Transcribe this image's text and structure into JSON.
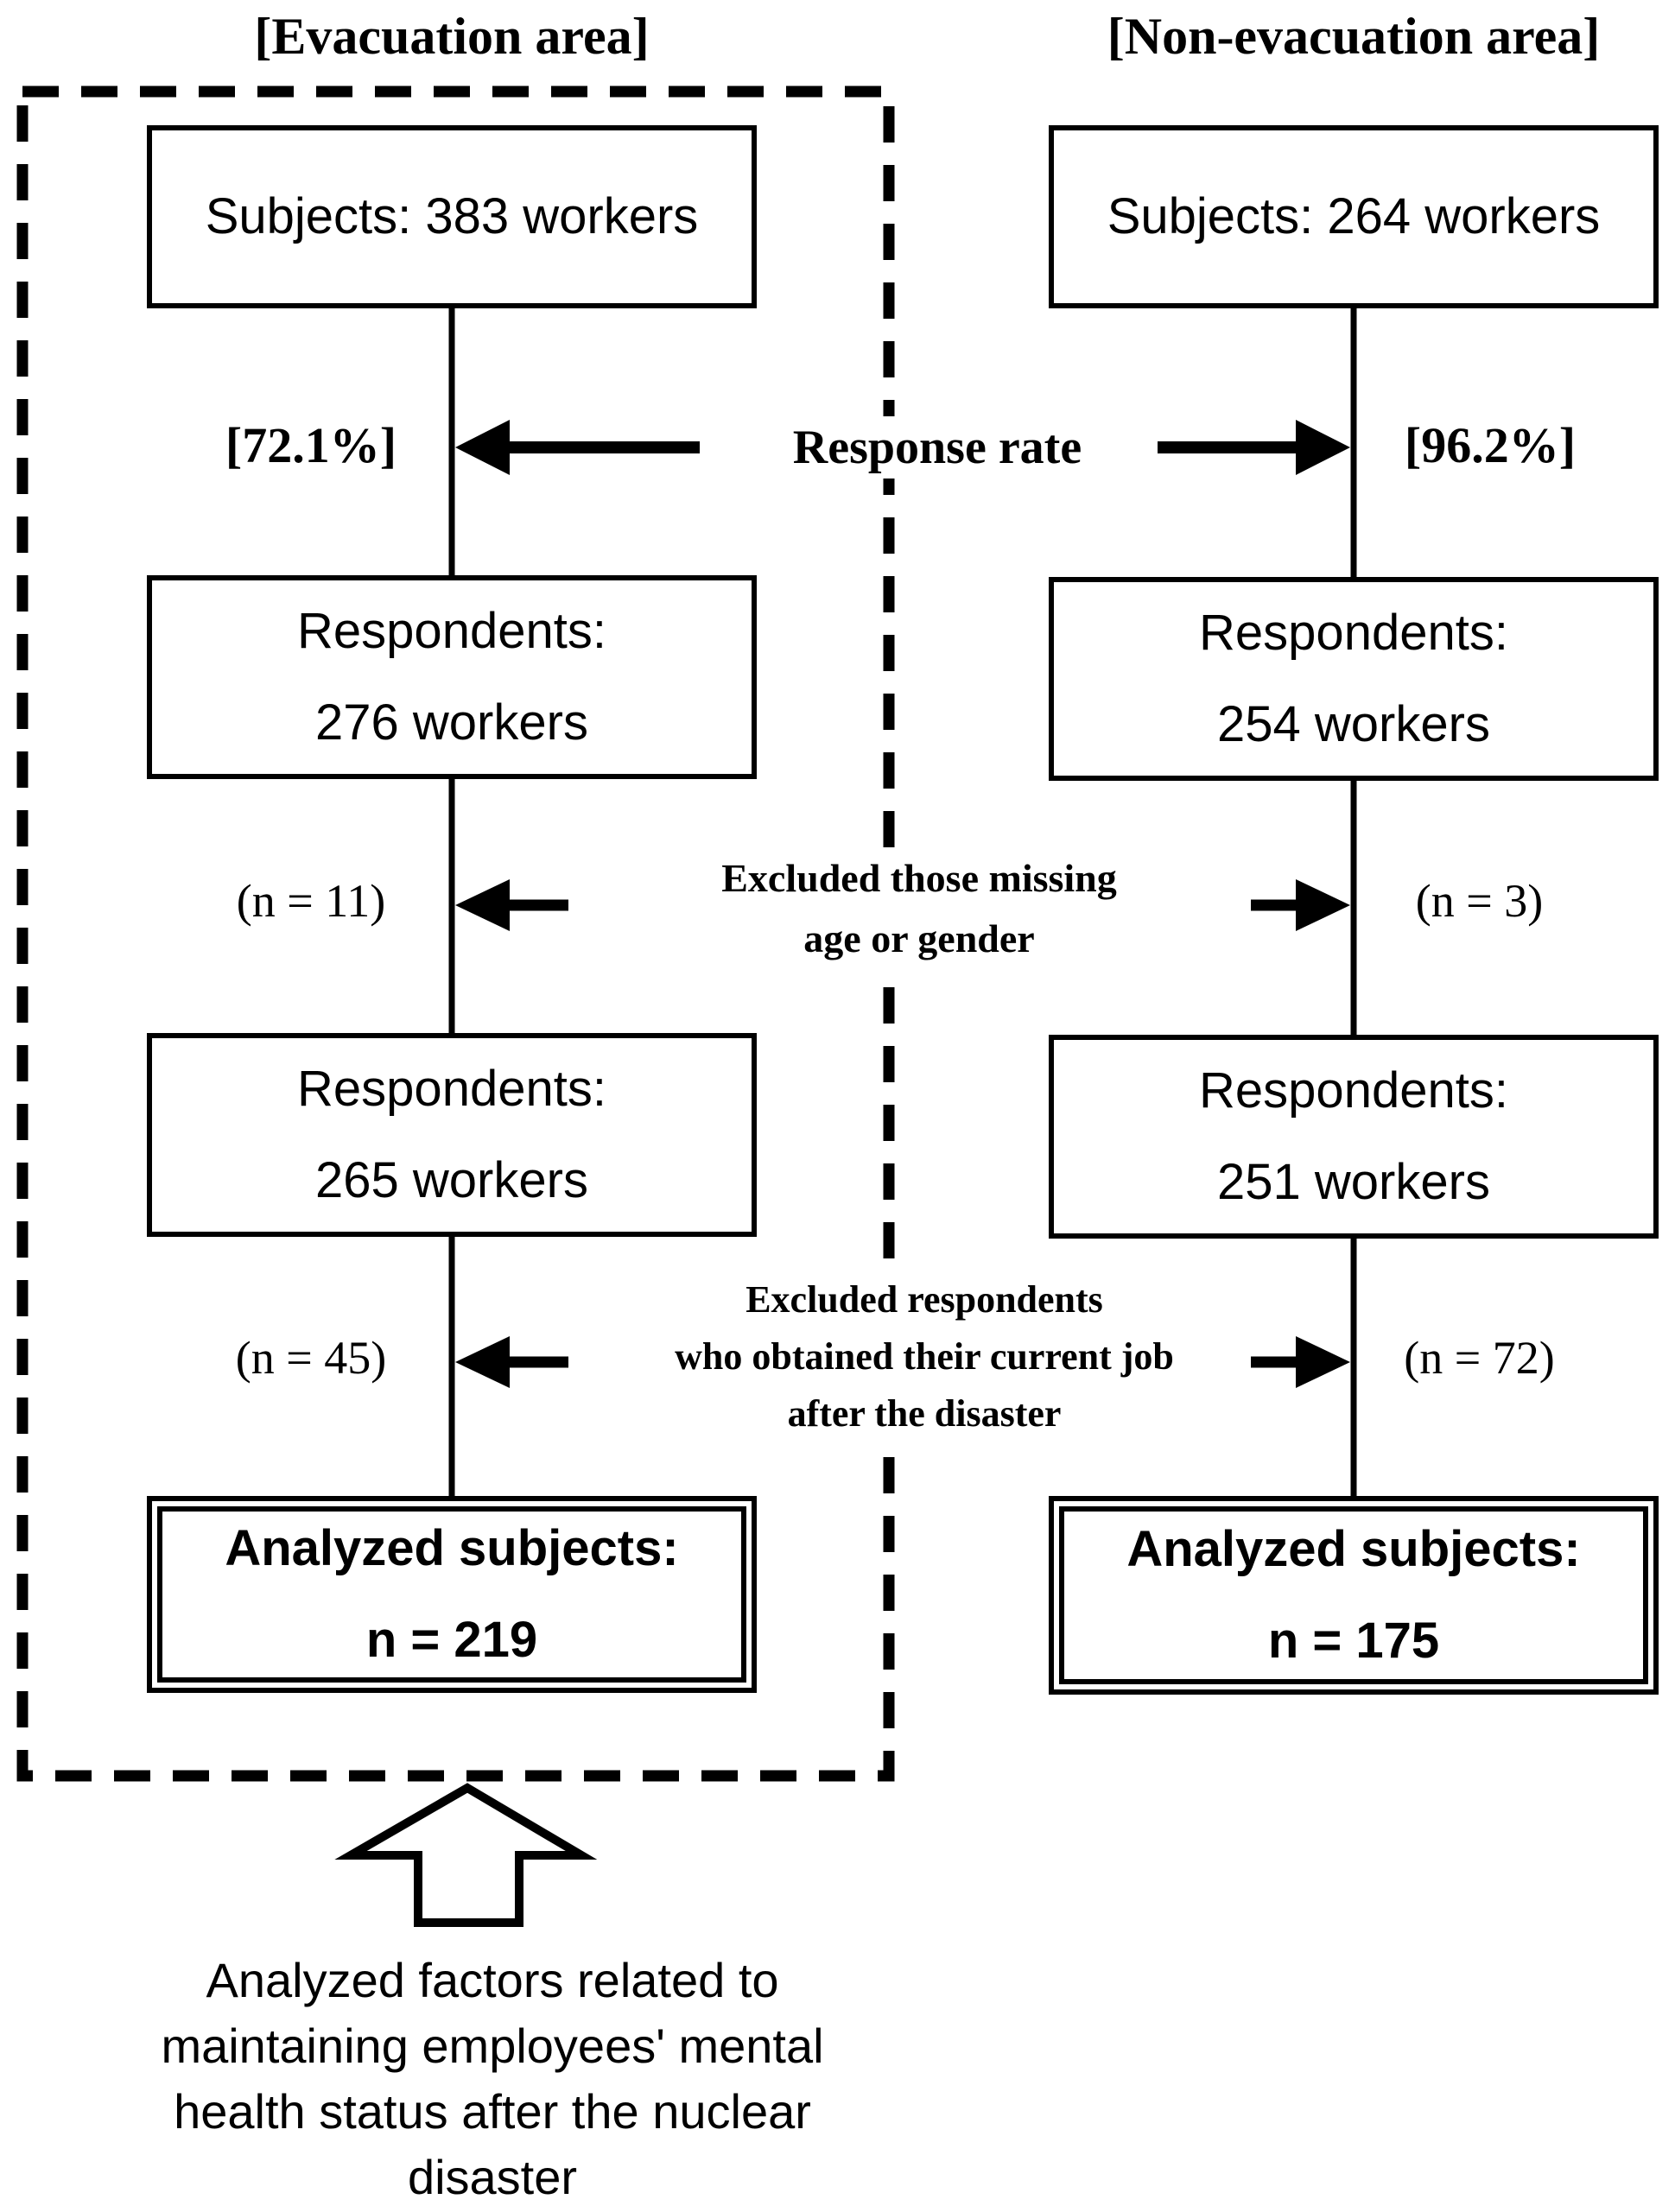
{
  "left_column": {
    "header": "[Evacuation area]",
    "subjects_box": "Subjects: 383 workers",
    "response_rate_value": "[72.1%]",
    "respondents_box_1": {
      "line1": "Respondents:",
      "line2": "276 workers"
    },
    "excluded_1_n": "(n = 11)",
    "respondents_box_2": {
      "line1": "Respondents:",
      "line2": "265 workers"
    },
    "excluded_2_n": "(n = 45)",
    "analyzed_box": {
      "line1": "Analyzed subjects:",
      "line2": "n = 219"
    }
  },
  "right_column": {
    "header": "[Non-evacuation area]",
    "subjects_box": "Subjects: 264 workers",
    "response_rate_value": "[96.2%]",
    "respondents_box_1": {
      "line1": "Respondents:",
      "line2": "254 workers"
    },
    "excluded_1_n": "(n = 3)",
    "respondents_box_2": {
      "line1": "Respondents:",
      "line2": "251 workers"
    },
    "excluded_2_n": "(n = 72)",
    "analyzed_box": {
      "line1": "Analyzed subjects:",
      "line2": "n = 175"
    }
  },
  "center_labels": {
    "response_rate": "Response rate",
    "excluded_1": {
      "line1": "Excluded those missing",
      "line2": "age or gender"
    },
    "excluded_2": {
      "line1": "Excluded respondents",
      "line2": "who obtained their current job",
      "line3": "after the disaster"
    }
  },
  "footer_caption": {
    "line1": "Analyzed factors related to",
    "line2": "maintaining employees' mental",
    "line3": "health status after the nuclear",
    "line4": "disaster"
  },
  "colors": {
    "ink": "#000000",
    "paper": "#ffffff"
  }
}
